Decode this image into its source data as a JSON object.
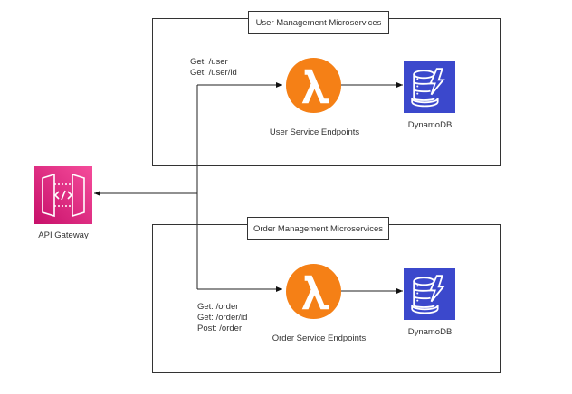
{
  "api_gateway": {
    "label": "API Gateway",
    "icon": "api-gateway-icon",
    "color": "#e7157b"
  },
  "groups": [
    {
      "title": "User Management Microservices",
      "lambda": {
        "label": "User Service Endpoints",
        "icon": "lambda-icon",
        "color": "#f58016"
      },
      "dynamodb": {
        "label": "DynamoDB",
        "icon": "dynamodb-icon",
        "color": "#3b48cc"
      },
      "endpoints": [
        "Get: /user",
        "Get: /user/id"
      ]
    },
    {
      "title": "Order Management Microservices",
      "lambda": {
        "label": "Order Service Endpoints",
        "icon": "lambda-icon",
        "color": "#f58016"
      },
      "dynamodb": {
        "label": "DynamoDB",
        "icon": "dynamodb-icon",
        "color": "#3b48cc"
      },
      "endpoints": [
        "Get: /order",
        "Get: /order/id",
        "Post: /order"
      ]
    }
  ]
}
